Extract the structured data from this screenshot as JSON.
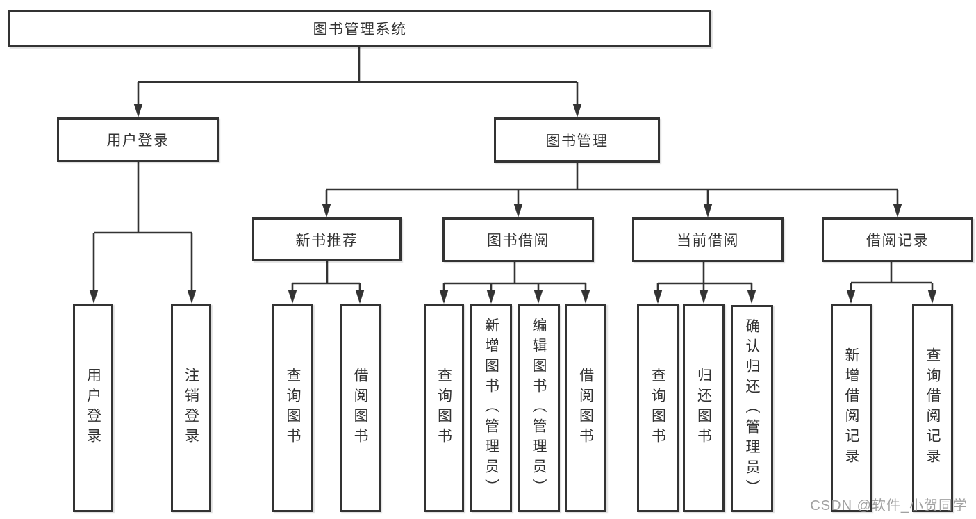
{
  "diagram_type": "hierarchy",
  "colors": {
    "line": "#333333",
    "box_border": "#333333",
    "text": "#333333",
    "background": "#ffffff",
    "watermark": "#999999"
  },
  "tree": {
    "label": "图书管理系统",
    "children": [
      {
        "label": "用户登录",
        "children": [
          {
            "label": "用户登录"
          },
          {
            "label": "注销登录"
          }
        ]
      },
      {
        "label": "图书管理",
        "children": [
          {
            "label": "新书推荐",
            "children": [
              {
                "label": "查询图书"
              },
              {
                "label": "借阅图书"
              }
            ]
          },
          {
            "label": "图书借阅",
            "children": [
              {
                "label": "查询图书"
              },
              {
                "label": "新增图书（管理员）"
              },
              {
                "label": "编辑图书（管理员）"
              },
              {
                "label": "借阅图书"
              }
            ]
          },
          {
            "label": "当前借阅",
            "children": [
              {
                "label": "查询图书"
              },
              {
                "label": "归还图书"
              },
              {
                "label": "确认归还（管理员）"
              }
            ]
          },
          {
            "label": "借阅记录",
            "children": [
              {
                "label": "新增借阅记录"
              },
              {
                "label": "查询借阅记录"
              }
            ]
          }
        ]
      }
    ]
  },
  "watermark": {
    "text": "CSDN @软件_小贺同学"
  }
}
